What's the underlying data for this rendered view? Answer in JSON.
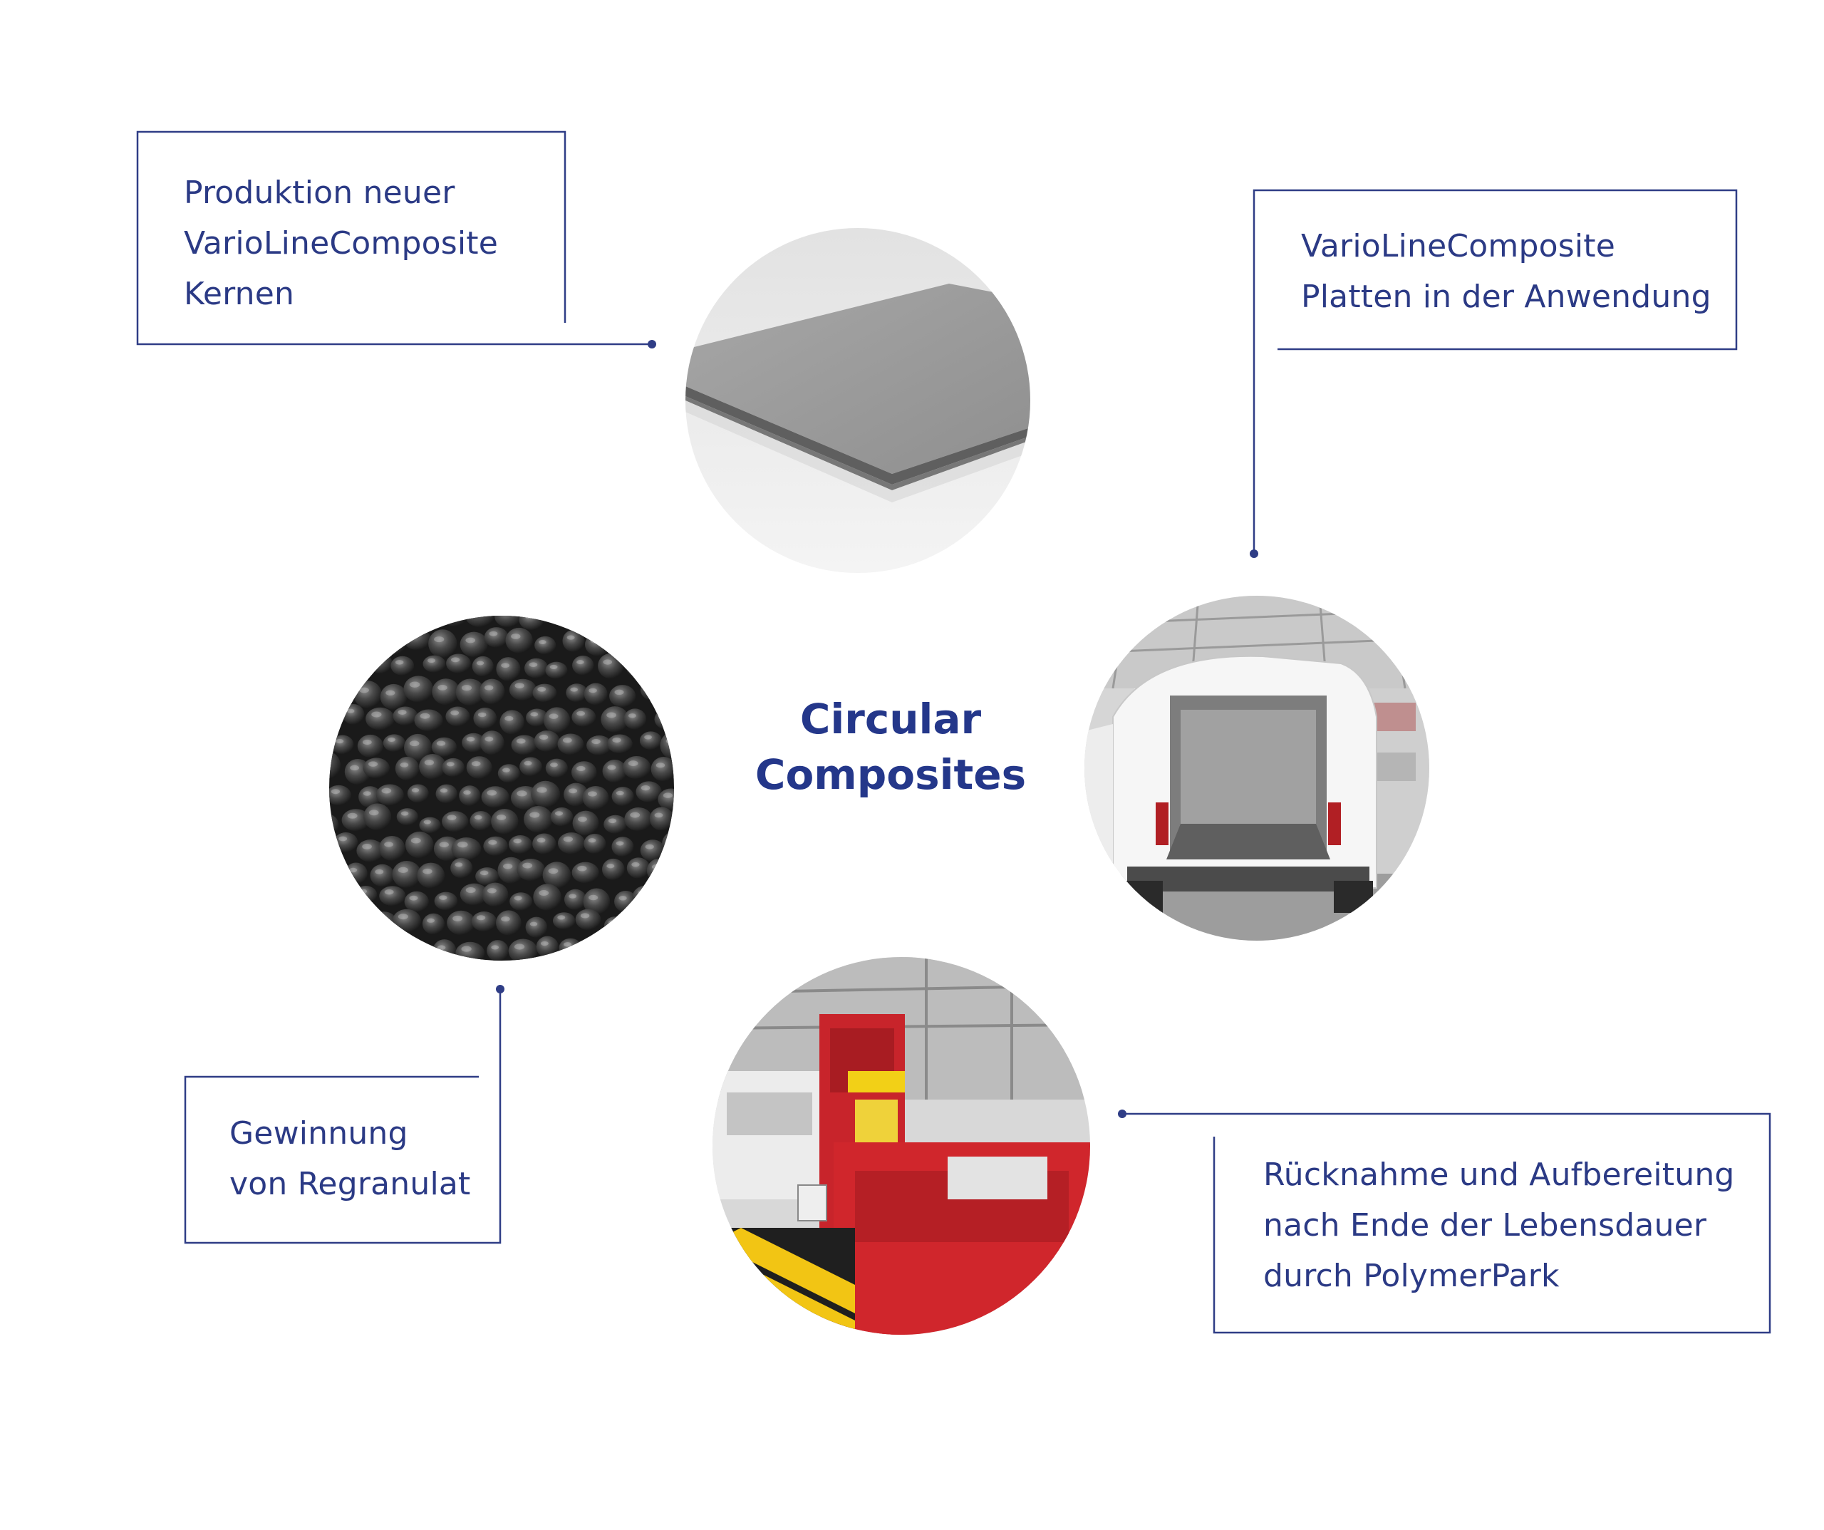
{
  "title": {
    "line1": "Circular",
    "line2": "Composites"
  },
  "steps": [
    {
      "id": "production",
      "lines": "Produktion neuer\nVarioLineComposite\nKernen"
    },
    {
      "id": "application",
      "lines": "VarioLineComposite\nPlatten in der Anwendung"
    },
    {
      "id": "return",
      "lines": "Rücknahme und Aufbereitung\nnach Ende der Lebensdauer\ndurch PolymerPark"
    },
    {
      "id": "regranulate",
      "lines": "Gewinnung\nvon Regranulat"
    }
  ],
  "colors": {
    "accent": "#2b3a85",
    "title": "#24378a",
    "line": "#2f3d86"
  },
  "images": [
    {
      "id": "composite-panel",
      "icon": "composite-panel-photo"
    },
    {
      "id": "van",
      "icon": "van-cargo-photo"
    },
    {
      "id": "shredder",
      "icon": "recycling-machine-photo"
    },
    {
      "id": "granulate",
      "icon": "plastic-granulate-photo"
    }
  ]
}
